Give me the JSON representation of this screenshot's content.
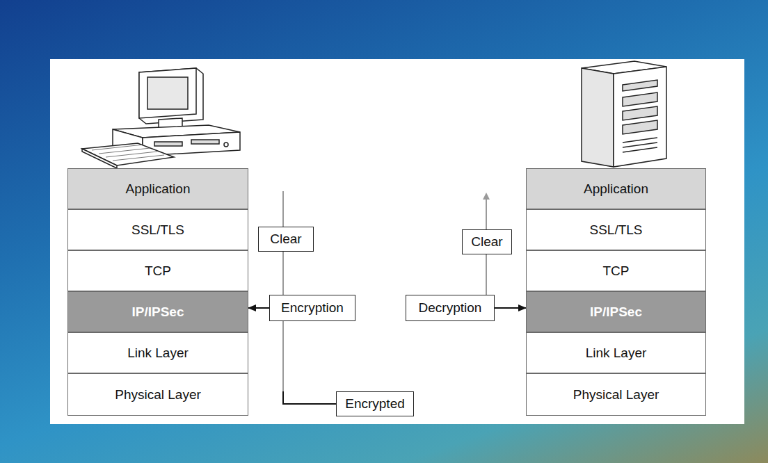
{
  "diagram": {
    "nodes": [
      {
        "text": [
          "Application"
        ]
      },
      {
        "text": [
          "SSL/TLS"
        ]
      },
      {
        "text": [
          "TCP"
        ]
      },
      {
        "text": [
          "IP/IPSec"
        ]
      },
      {
        "text": [
          "Link Layer"
        ]
      },
      {
        "text": [
          "Physical Layer"
        ]
      },
      {
        "text": [
          "Clear"
        ]
      },
      {
        "text": [
          "Encryption"
        ]
      },
      {
        "text": [
          "Clear"
        ]
      },
      {
        "text": [
          "Decryption"
        ]
      },
      {
        "text": [
          "Application"
        ]
      },
      {
        "text": [
          "SSL/TLS"
        ]
      },
      {
        "text": [
          "TCP"
        ]
      },
      {
        "text": [
          "IP/IPSec"
        ]
      },
      {
        "text": [
          "Link Layer"
        ]
      },
      {
        "text": [
          "Physical Layer"
        ]
      },
      {
        "text": [
          "Encrypted"
        ]
      }
    ],
    "edges": [
      {
        "from": 7,
        "to": 3,
        "arrow": "to"
      },
      {
        "from": 9,
        "to": 13,
        "arrow": "to"
      },
      {
        "from": 7,
        "to": 6,
        "arrow": "none"
      },
      {
        "from": 9,
        "to": 8,
        "arrow": "none"
      },
      {
        "from": 7,
        "to": 16,
        "arrow": "none"
      },
      {
        "from": 16,
        "to": 9,
        "arrow": "none"
      }
    ]
  }
}
